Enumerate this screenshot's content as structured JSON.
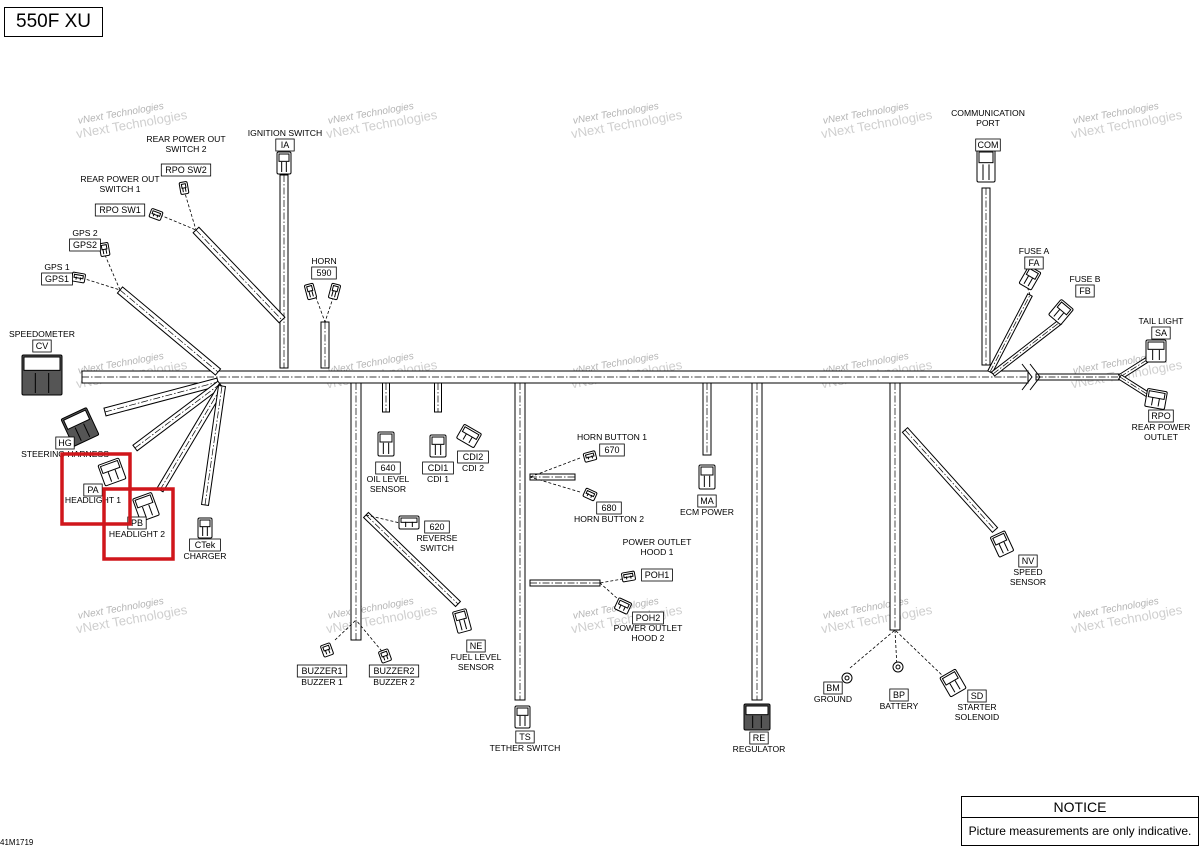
{
  "title": "550F XU",
  "notice": {
    "title": "NOTICE",
    "text": "Picture measurements are only indicative."
  },
  "part_number": "41M1719",
  "watermark": {
    "line1": "vNext Technologies",
    "line2": "vNext Technologies"
  },
  "colors": {
    "highlight": "#d0161b",
    "line": "#000000",
    "watermark": "#b5b5b5"
  },
  "connectors": [
    {
      "id": "ia",
      "code": "IA",
      "label": [
        "IGNITION SWITCH"
      ]
    },
    {
      "id": "rpo-sw2",
      "code": "RPO SW2",
      "label": [
        "REAR POWER OUT",
        "SWITCH 2"
      ]
    },
    {
      "id": "rpo-sw1",
      "code": "RPO SW1",
      "label": [
        "REAR POWER OUT",
        "SWITCH 1"
      ]
    },
    {
      "id": "gps2",
      "code": "GPS2",
      "label": [
        "GPS 2"
      ]
    },
    {
      "id": "gps1",
      "code": "GPS1",
      "label": [
        "GPS 1"
      ]
    },
    {
      "id": "horn",
      "code": "590",
      "label": [
        "HORN"
      ]
    },
    {
      "id": "cv",
      "code": "CV",
      "label": [
        "SPEEDOMETER"
      ]
    },
    {
      "id": "hg",
      "code": "HG",
      "label": [
        "STEERING HARNESS"
      ]
    },
    {
      "id": "pa",
      "code": "PA",
      "label": [
        "HEADLIGHT 1"
      ]
    },
    {
      "id": "pb",
      "code": "PB",
      "label": [
        "HEADLIGHT 2"
      ]
    },
    {
      "id": "ctek",
      "code": "CTek",
      "label": [
        "CHARGER"
      ]
    },
    {
      "id": "oil",
      "code": "640",
      "label": [
        "OIL LEVEL",
        "SENSOR"
      ]
    },
    {
      "id": "cdi1",
      "code": "CDI1",
      "label": [
        "CDI 1"
      ]
    },
    {
      "id": "cdi2",
      "code": "CDI2",
      "label": [
        "CDI 2"
      ]
    },
    {
      "id": "reverse",
      "code": "620",
      "label": [
        "REVERSE",
        "SWITCH"
      ]
    },
    {
      "id": "fuel",
      "code": "NE",
      "label": [
        "FUEL LEVEL",
        "SENSOR"
      ]
    },
    {
      "id": "buzzer1",
      "code": "BUZZER1",
      "label": [
        "BUZZER 1"
      ]
    },
    {
      "id": "buzzer2",
      "code": "BUZZER2",
      "label": [
        "BUZZER 2"
      ]
    },
    {
      "id": "horn-btn1",
      "code": "670",
      "label": [
        "HORN BUTTON 1"
      ]
    },
    {
      "id": "horn-btn2",
      "code": "680",
      "label": [
        "HORN BUTTON 2"
      ]
    },
    {
      "id": "tether",
      "code": "TS",
      "label": [
        "TETHER SWITCH"
      ]
    },
    {
      "id": "poh1",
      "code": "POH1",
      "label": [
        "POWER OUTLET",
        "HOOD 1"
      ]
    },
    {
      "id": "poh2",
      "code": "POH2",
      "label": [
        "POWER OUTLET",
        "HOOD 2"
      ]
    },
    {
      "id": "ma",
      "code": "MA",
      "label": [
        "ECM POWER"
      ]
    },
    {
      "id": "re",
      "code": "RE",
      "label": [
        "REGULATOR"
      ]
    },
    {
      "id": "bm",
      "code": "BM",
      "label": [
        "GROUND"
      ]
    },
    {
      "id": "bp",
      "code": "BP",
      "label": [
        "BATTERY"
      ]
    },
    {
      "id": "sd",
      "code": "SD",
      "label": [
        "STARTER",
        "SOLENOID"
      ]
    },
    {
      "id": "nv",
      "code": "NV",
      "label": [
        "SPEED",
        "SENSOR"
      ]
    },
    {
      "id": "com",
      "code": "COM",
      "label": [
        "COMMUNICATION",
        "PORT"
      ]
    },
    {
      "id": "fa",
      "code": "FA",
      "label": [
        "FUSE A"
      ]
    },
    {
      "id": "fb",
      "code": "FB",
      "label": [
        "FUSE B"
      ]
    },
    {
      "id": "sa",
      "code": "SA",
      "label": [
        "TAIL LIGHT"
      ]
    },
    {
      "id": "rpo",
      "code": "RPO",
      "label": [
        "REAR POWER",
        "OUTLET"
      ]
    }
  ]
}
